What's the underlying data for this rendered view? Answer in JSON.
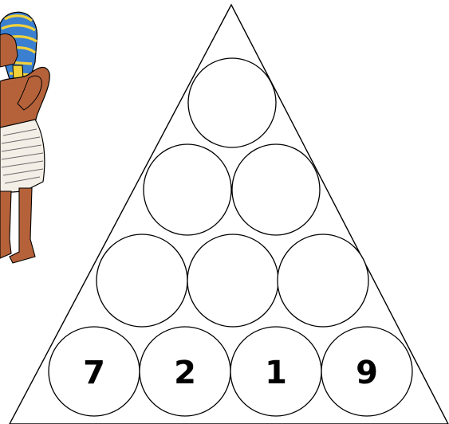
{
  "puzzle": {
    "type": "number-pyramid",
    "rows": [
      [
        "",
        "",
        "",
        ""
      ],
      [
        "",
        "",
        ""
      ],
      [
        "",
        ""
      ],
      [
        ""
      ]
    ],
    "bottom_row": [
      "7",
      "2",
      "1",
      "9"
    ]
  },
  "illustration": {
    "subject": "egyptian-pharaoh-figure",
    "colors": {
      "skin": "#b5623a",
      "headdress_blue": "#3a7fd0",
      "headdress_gold": "#f2d13a",
      "loincloth": "#f4efe6",
      "outline": "#000000"
    }
  },
  "colors": {
    "background": "#ffffff",
    "lines": "#000000"
  }
}
